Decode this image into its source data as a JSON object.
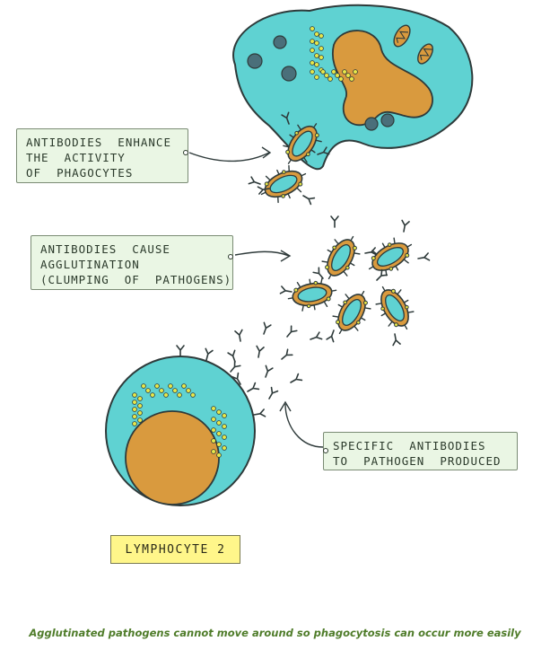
{
  "labels": {
    "phagocytes": [
      "ANTIBODIES  ENHANCE",
      "THE  ACTIVITY",
      "OF  PHAGOCYTES"
    ],
    "agglutination": [
      "ANTIBODIES  CAUSE",
      "AGGLUTINATION",
      "(CLUMPING  OF  PATHOGENS)"
    ],
    "specific": [
      "SPECIFIC  ANTIBODIES",
      "TO  PATHOGEN  PRODUCED"
    ],
    "lymphocyte": "LYMPHOCYTE  2"
  },
  "caption": "Agglutinated pathogens cannot move around so phagocytosis can occur more easily",
  "colors": {
    "cytoplasm": "#5fd2d2",
    "nucleus": "#d99a3e",
    "outline": "#2e3a3a",
    "granule": "#e8e84a",
    "label_bg": "#eaf6e4",
    "lymphocyte_label_bg": "#fff68a",
    "caption": "#4f7c2a"
  }
}
